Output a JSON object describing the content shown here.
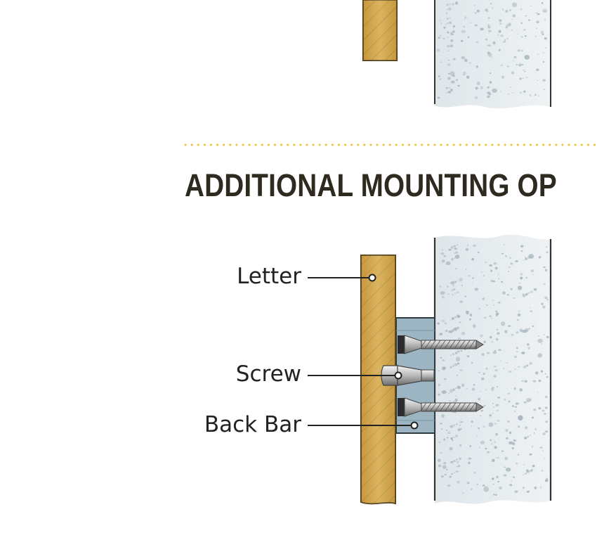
{
  "heading": "ADDITIONAL MOUNTING OP",
  "callouts": {
    "letter": "Letter",
    "screw": "Screw",
    "back_bar": "Back Bar"
  },
  "colors": {
    "wood": "#c6973a",
    "wood_light": "#d9b25a",
    "wall": "#e3e8ea",
    "wall_speckle": "#a9b7bf",
    "back_bar": "#9db5c3",
    "divider_dots": "#f0c233",
    "heading_text": "#2e2a20"
  }
}
